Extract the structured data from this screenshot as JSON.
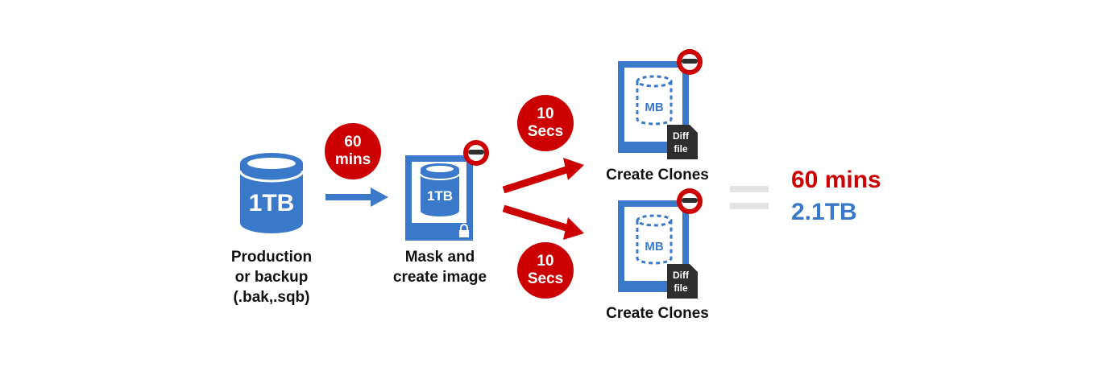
{
  "colors": {
    "blue": "#3a78c9",
    "red": "#cc0000",
    "dark": "#2e2e2e",
    "equals": "#e3e3e3",
    "text": "#111111"
  },
  "icons": [
    "database-icon",
    "arrow-right-icon",
    "lock-icon",
    "masked-avatar-icon",
    "diff-file-icon",
    "equals-icon"
  ],
  "source": {
    "size_label": "1TB",
    "caption_lines": [
      "Production",
      "or backup",
      "(.bak,.sqb)"
    ]
  },
  "step1": {
    "time_line1": "60",
    "time_line2": "mins"
  },
  "image": {
    "size_label": "1TB",
    "caption_lines": [
      "Mask and",
      "create image"
    ]
  },
  "step2": [
    {
      "time_line1": "10",
      "time_line2": "Secs"
    },
    {
      "time_line1": "10",
      "time_line2": "Secs"
    }
  ],
  "clones": [
    {
      "size_label": "MB",
      "diff_line1": "Diff",
      "diff_line2": "file",
      "caption": "Create Clones"
    },
    {
      "size_label": "MB",
      "diff_line1": "Diff",
      "diff_line2": "file",
      "caption": "Create Clones"
    }
  ],
  "result": {
    "time": "60 mins",
    "size": "2.1TB"
  }
}
